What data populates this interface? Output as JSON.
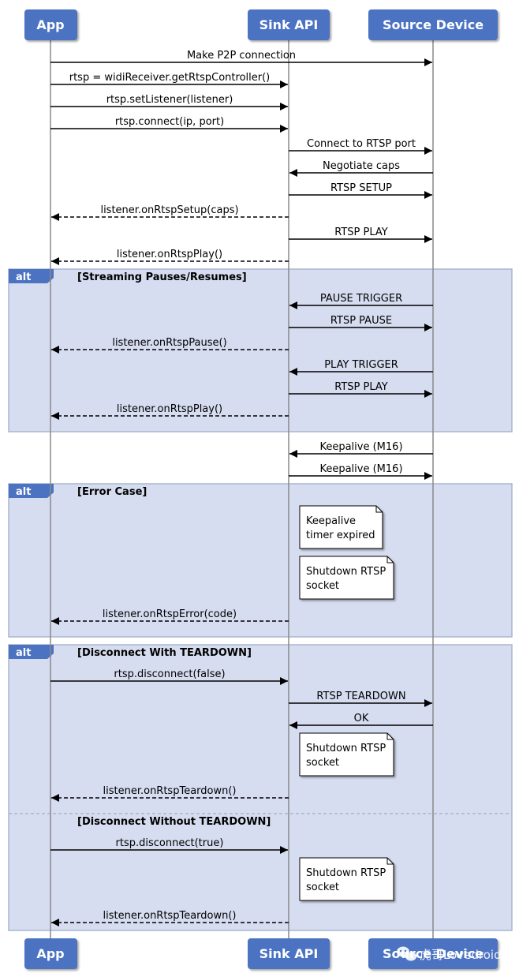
{
  "participants": {
    "app": "App",
    "sink": "Sink API",
    "source": "Source Device"
  },
  "messages": {
    "m1": "Make P2P connection",
    "m2": "rtsp = widiReceiver.getRtspController()",
    "m3": "rtsp.setListener(listener)",
    "m4": "rtsp.connect(ip, port)",
    "m5": "Connect to RTSP port",
    "m6": "Negotiate caps",
    "m7": "RTSP SETUP",
    "m8": "listener.onRtspSetup(caps)",
    "m9": "RTSP PLAY",
    "m10": "listener.onRtspPlay()",
    "m11": "PAUSE TRIGGER",
    "m12": "RTSP PAUSE",
    "m13": "listener.onRtspPause()",
    "m14": "PLAY TRIGGER",
    "m15": "RTSP PLAY",
    "m16": "listener.onRtspPlay()",
    "m17": "Keepalive (M16)",
    "m18": "Keepalive (M16)",
    "m19": "listener.onRtspError(code)",
    "m20": "rtsp.disconnect(false)",
    "m21": "RTSP TEARDOWN",
    "m22": "OK",
    "m23": "listener.onRtspTeardown()",
    "m24": "rtsp.disconnect(true)",
    "m25": "listener.onRtspTeardown()"
  },
  "fragments": {
    "alt_label": "alt",
    "f1_cond": "[Streaming Pauses/Resumes]",
    "f2_cond": "[Error Case]",
    "f3_cond": "[Disconnect With TEARDOWN]",
    "f3_else_cond": "[Disconnect Without TEARDOWN]"
  },
  "notes": {
    "n1_l1": "Keepalive",
    "n1_l2": "timer expired",
    "n2_l1": "Shutdown RTSP",
    "n2_l2": "socket",
    "n3_l1": "Shutdown RTSP",
    "n3_l2": "socket",
    "n4_l1": "Shutdown RTSP",
    "n4_l2": "socket"
  },
  "watermark": "虎哥Lovedroid",
  "colors": {
    "participant_fill": "#4b73c2",
    "fragment_fill": "#d6ddf0",
    "fragment_border": "#a9b6cf",
    "lifeline": "#8a8a8a"
  }
}
